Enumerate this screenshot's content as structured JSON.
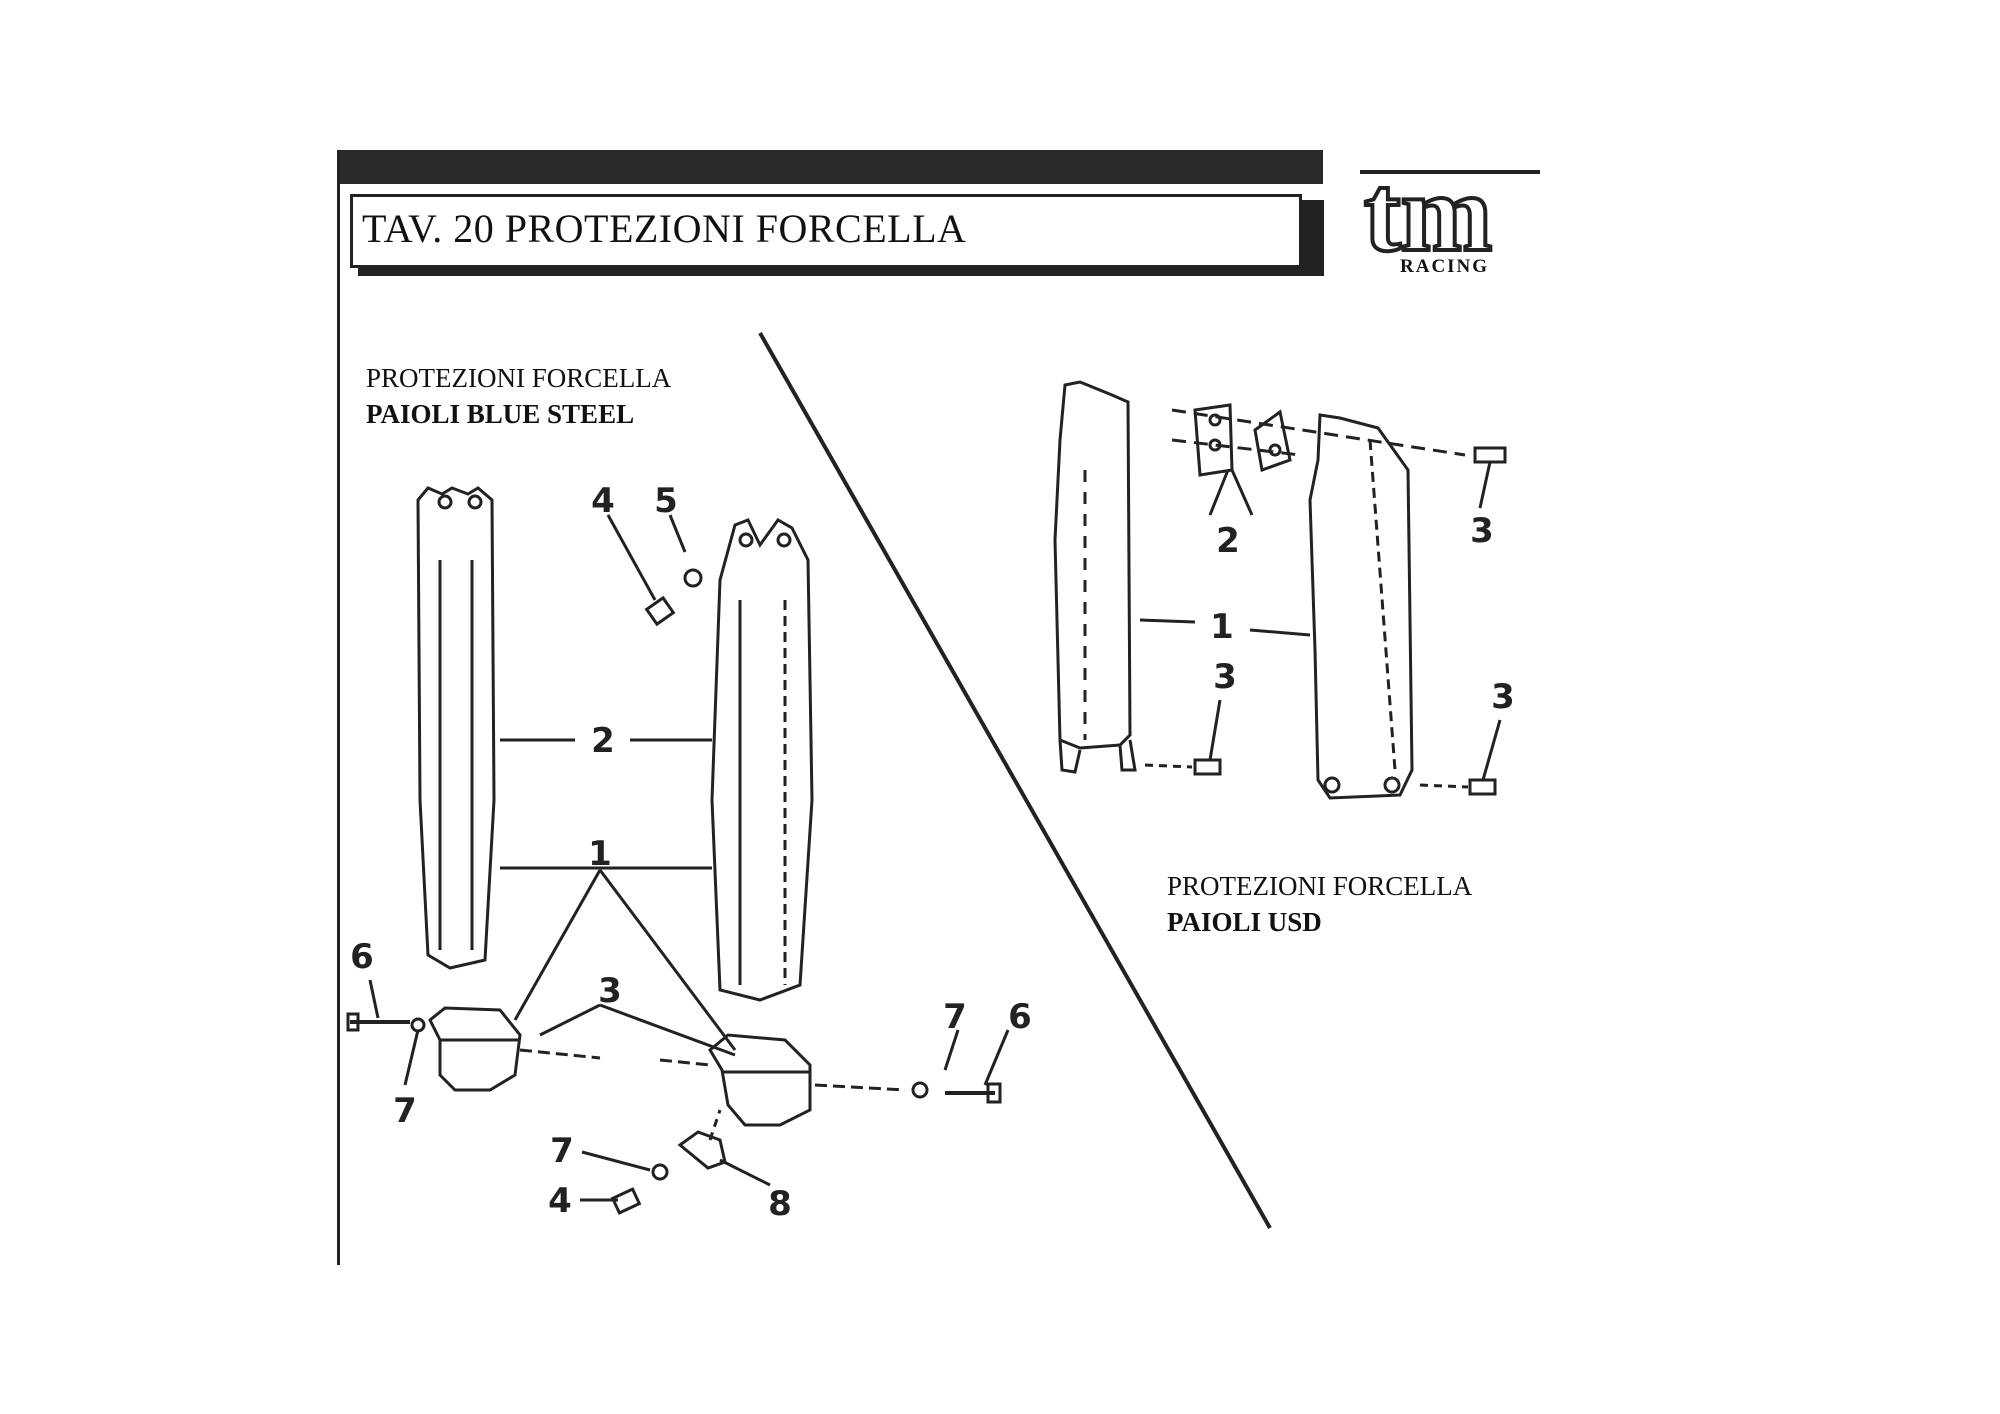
{
  "sheet": {
    "title": "TAV. 20 PROTEZIONI FORCELLA",
    "logo_mark": "tm",
    "logo_sub": "RACING"
  },
  "section_left": {
    "line1": "PROTEZIONI FORCELLA",
    "line2": "PAIOLI  BLUE STEEL",
    "callouts": [
      "4",
      "5",
      "2",
      "1",
      "6",
      "3",
      "7",
      "6",
      "7",
      "7",
      "4",
      "8"
    ]
  },
  "section_right": {
    "line1": "PROTEZIONI FORCELLA",
    "line2": "PAIOLI USD",
    "callouts": [
      "2",
      "3",
      "1",
      "3",
      "3"
    ]
  },
  "colors": {
    "ink": "#222222",
    "paper": "#ffffff"
  }
}
